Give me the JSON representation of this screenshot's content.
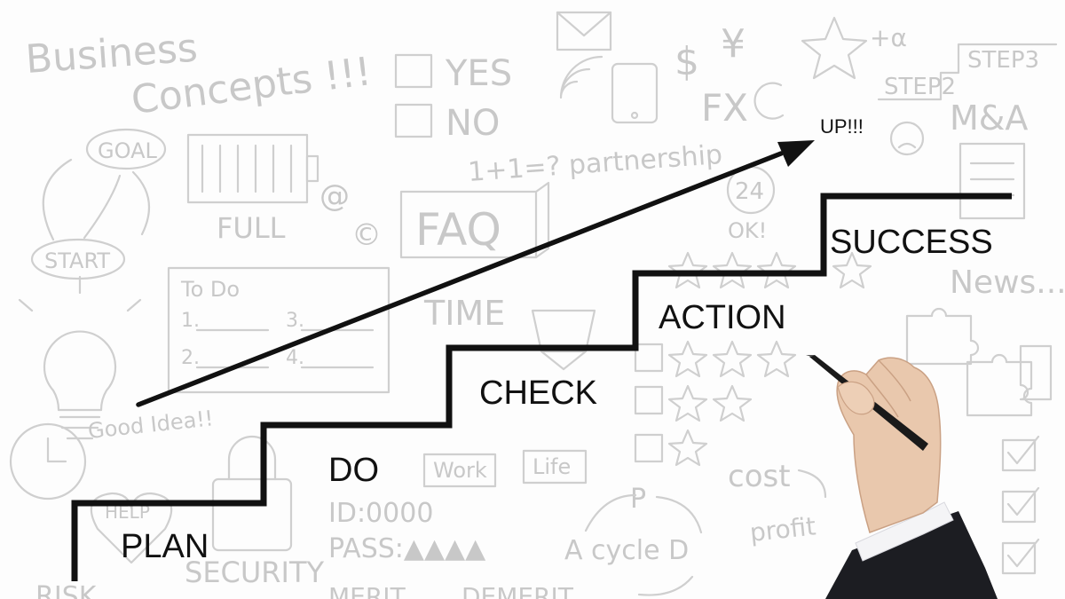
{
  "image": {
    "subject": "Business staircase concept drawn on whiteboard with doodles, and a hand holding a marker",
    "colors": {
      "ink": "#111111",
      "doodle": "#cfcfcf",
      "background": "#fdfdfd",
      "suit": "#1c1d22",
      "skin": "#e9c8ad"
    }
  },
  "steps": [
    {
      "label": "PLAN"
    },
    {
      "label": "DO"
    },
    {
      "label": "CHECK"
    },
    {
      "label": "ACTION"
    },
    {
      "label": "SUCCESS"
    }
  ],
  "arrow_label": "UP!!!",
  "doodles": {
    "business_concepts_1": "Business",
    "business_concepts_2": "Concepts !!!",
    "yes": "YES",
    "no": "NO",
    "goal": "GOAL",
    "start": "START",
    "full": "FULL",
    "faq": "FAQ",
    "partnership": "1+1=? partnership",
    "todo": "To Do",
    "todo_1": "1.",
    "todo_2": "2.",
    "todo_3": "3.",
    "todo_4": "4.",
    "time": "TIME",
    "good_idea": "Good Idea!!",
    "help": "HELP",
    "security": "SECURITY",
    "id": "ID:0000",
    "pass": "PASS:▲▲▲▲",
    "work": "Work",
    "life": "Life",
    "cost": "cost",
    "profit": "profit",
    "a_cycle": "A cycle D",
    "cycle_p": "P",
    "step2": "STEP2",
    "step3": "STEP3",
    "ma": "M&A",
    "news": "News...",
    "fx": "FX",
    "dollar": "$",
    "yen": "¥",
    "hour_24": "24",
    "ok": "OK!",
    "at": "@",
    "copyright": "©",
    "plus_alpha": "+α",
    "risk": "RISK",
    "merit": "MERIT",
    "demerit": "DEMERIT"
  }
}
